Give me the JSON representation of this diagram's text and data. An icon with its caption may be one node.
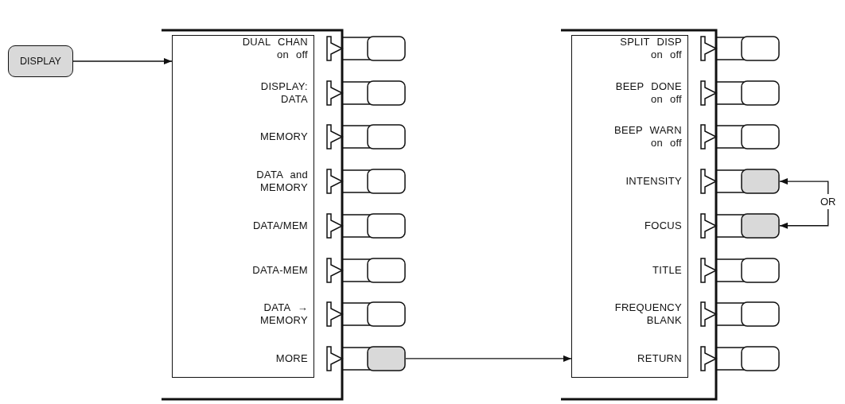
{
  "diagram": {
    "nodes": [
      {
        "text": [
          "DISPLAY"
        ]
      },
      {
        "text": [],
        "shape": "box"
      },
      {
        "text": [
          "DUAL CHAN on off"
        ],
        "in": 1
      },
      {
        "text": [
          "DISPLAY: DATA"
        ],
        "in": 1
      },
      {
        "text": [
          "MEMORY"
        ],
        "in": 1
      },
      {
        "text": [
          "DATA and MEMORY"
        ],
        "in": 1
      },
      {
        "text": [
          "DATA/MEM"
        ],
        "in": 1
      },
      {
        "text": [
          "DATA-MEM"
        ],
        "in": 1
      },
      {
        "text": [
          "DATA → MEMORY"
        ],
        "in": 1
      },
      {
        "text": [
          "MORE"
        ],
        "in": 1
      },
      {
        "text": [],
        "shape": "box"
      },
      {
        "text": [],
        "shape": "box"
      },
      {
        "text": [],
        "shape": "box"
      },
      {
        "text": [],
        "shape": "box"
      },
      {
        "text": [],
        "shape": "box"
      },
      {
        "text": [],
        "shape": "box"
      },
      {
        "text": [],
        "shape": "box"
      },
      {
        "text": [],
        "shape": "box"
      },
      {
        "text": [],
        "shape": "box"
      },
      {
        "text": [
          "SPLIT DISP on off"
        ],
        "in": 18
      },
      {
        "text": [
          "BEEP DONE on off"
        ],
        "in": 18
      },
      {
        "text": [
          "BEEP WARN on off"
        ],
        "in": 18
      },
      {
        "text": [
          "INTENSITY"
        ],
        "in": 18
      },
      {
        "text": [
          "FOCUS"
        ],
        "in": 18
      },
      {
        "text": [
          "TITLE"
        ],
        "in": 18
      },
      {
        "text": [
          "FREQUENCY BLANK"
        ],
        "in": 18
      },
      {
        "text": [
          "RETURN"
        ],
        "in": 18
      },
      {
        "text": [],
        "shape": "box"
      },
      {
        "text": [],
        "shape": "box"
      },
      {
        "text": [],
        "shape": "box"
      },
      {
        "text": [],
        "shape": "box"
      },
      {
        "text": [],
        "shape": "box"
      },
      {
        "text": [],
        "shape": "box"
      },
      {
        "text": [],
        "shape": "box"
      },
      {
        "text": [],
        "shape": "box"
      },
      {
        "text": [
          "OR"
        ]
      }
    ],
    "edges": [
      {
        "from": 0,
        "to": 1,
        "arrow": "to"
      },
      {
        "from": 17,
        "to": 18,
        "arrow": "to"
      },
      {
        "from": 35,
        "to": 30,
        "arrow": "to"
      },
      {
        "from": 35,
        "to": 31,
        "arrow": "to"
      }
    ]
  }
}
